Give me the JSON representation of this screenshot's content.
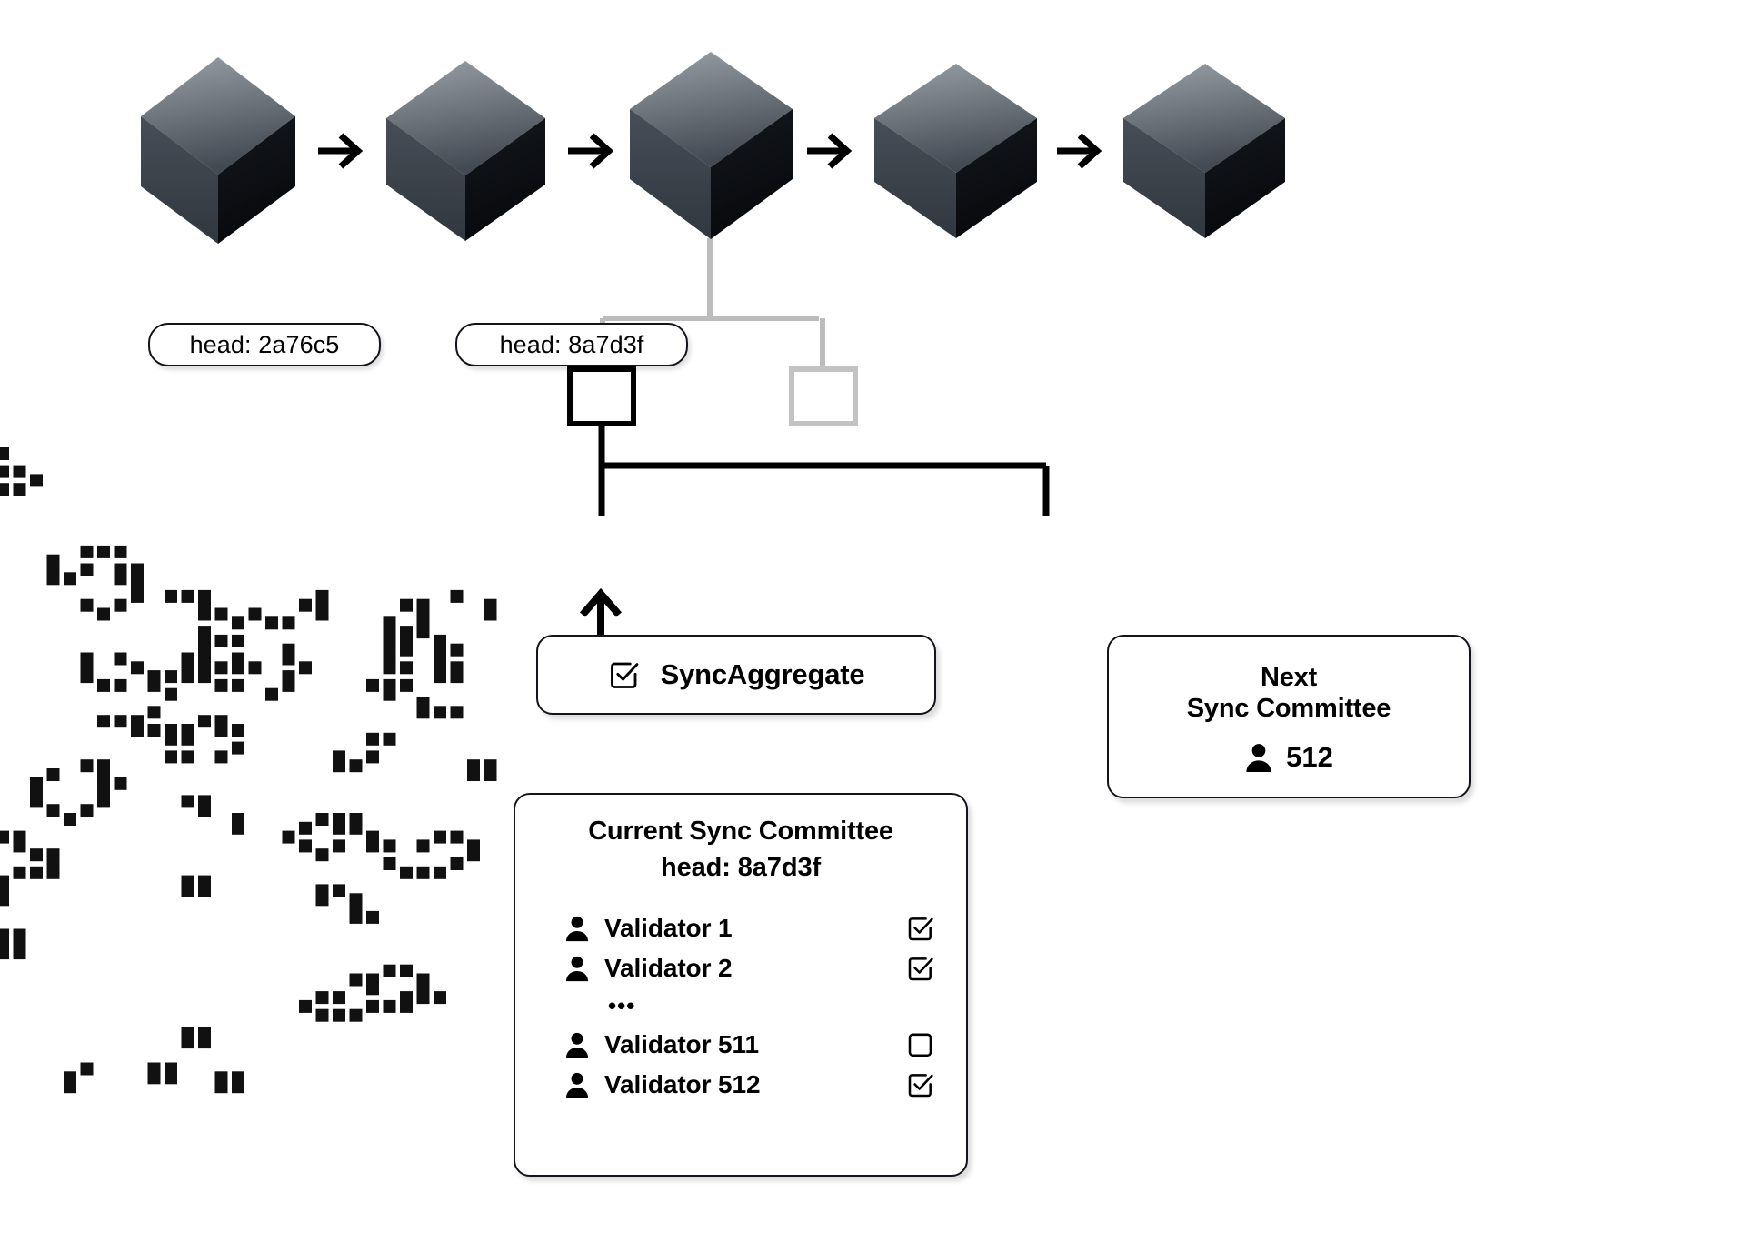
{
  "diagram": {
    "title": "Ethereum light client sync committee diagram",
    "background_color": "#ffffff"
  },
  "chain": {
    "block_count": 5,
    "arrow_count": 4,
    "cube_colors": {
      "top_light": "#8b9198",
      "top_dark": "#464d56",
      "left_light": "#454c55",
      "left_dark": "#333942",
      "right": "#0c0f14"
    },
    "blocks": [
      {
        "index": 1,
        "label": "head: 2a76c5",
        "has_label": true
      },
      {
        "index": 2,
        "label": "head: 8a7d3f",
        "has_label": true
      },
      {
        "index": 3,
        "label": "",
        "has_label": false
      },
      {
        "index": 4,
        "label": "",
        "has_label": false
      },
      {
        "index": 5,
        "label": "",
        "has_label": false
      }
    ]
  },
  "tree": {
    "line_color_active": "#000000",
    "line_color_inactive": "#bcbcbc",
    "nodes": [
      {
        "name": "canonical-branch-node",
        "state": "active",
        "border_color": "#000000"
      },
      {
        "name": "alternate-branch-node",
        "state": "inactive",
        "border_color": "#c3c3c3"
      }
    ]
  },
  "sync_aggregate": {
    "label": "SyncAggregate",
    "icon": "checkbox-checked-icon"
  },
  "next_sync_committee": {
    "title_line_1": "Next",
    "title_line_2": "Sync Committee",
    "member_icon": "person-icon",
    "member_count": "512"
  },
  "current_sync_committee": {
    "title": "Current Sync Committee",
    "head": "head: 8a7d3f",
    "ellipsis": "•••",
    "validators": [
      {
        "icon": "person-icon",
        "name": "Validator 1",
        "checked": true,
        "checkbox": "checkbox-checked-icon"
      },
      {
        "icon": "person-icon",
        "name": "Validator 2",
        "checked": true,
        "checkbox": "checkbox-checked-icon"
      },
      {
        "icon": "person-icon",
        "name": "Validator 511",
        "checked": false,
        "checkbox": "checkbox-empty-icon"
      },
      {
        "icon": "person-icon",
        "name": "Validator 512",
        "checked": true,
        "checkbox": "checkbox-checked-icon"
      }
    ]
  },
  "decoration": {
    "name": "qr-pattern",
    "dot_color": "#111111",
    "dot_size": 14
  }
}
